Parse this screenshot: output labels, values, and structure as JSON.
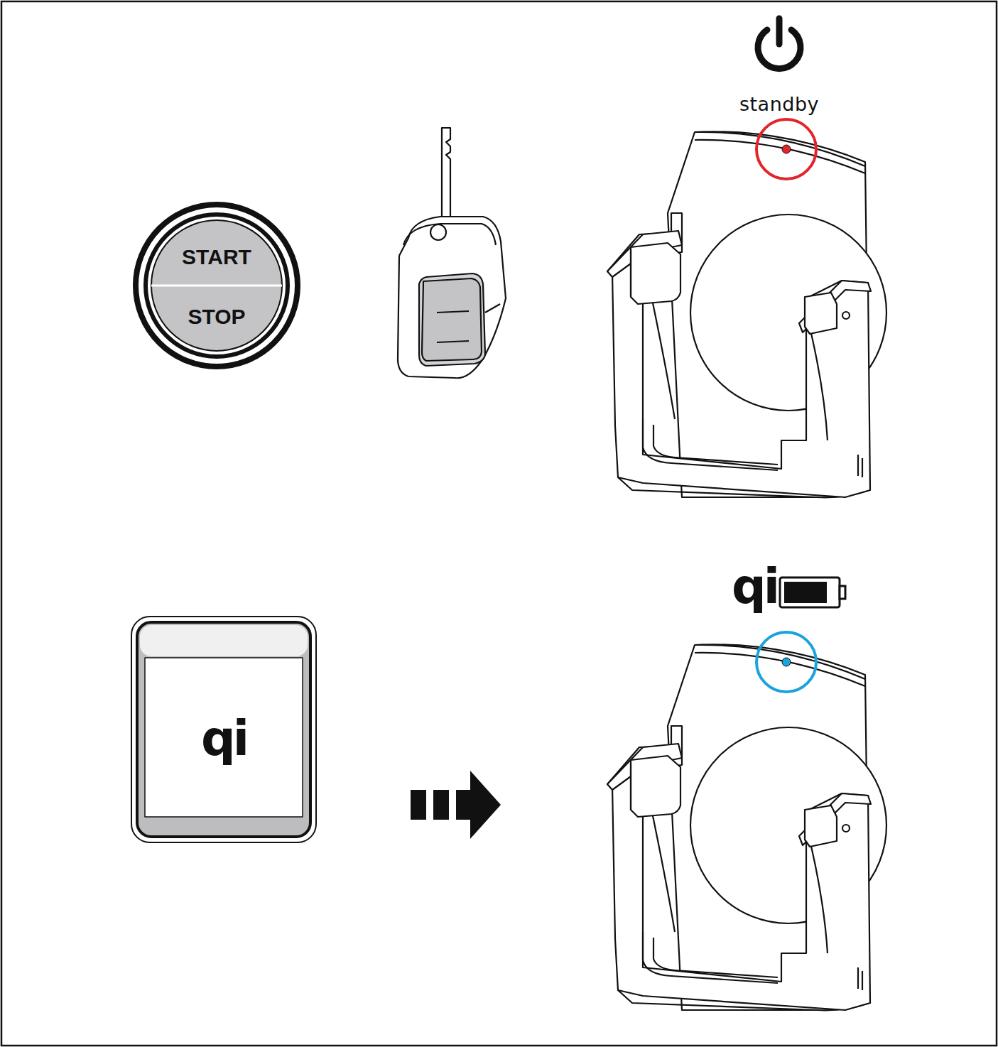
{
  "diagram": {
    "nodes": [
      {
        "text": [
          "START",
          "STOP"
        ]
      }
    ],
    "labels": [
      "standby",
      "qi",
      "qi"
    ]
  }
}
